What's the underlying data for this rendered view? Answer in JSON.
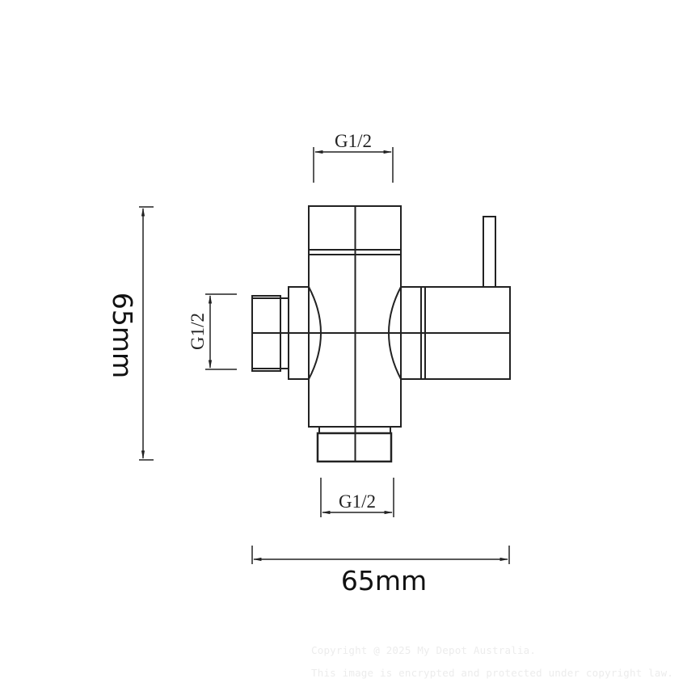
{
  "diagram": {
    "type": "technical-drawing",
    "subject": "T-piece diverter valve with lever handle",
    "line_color": "#222222",
    "background": "#ffffff",
    "dimensions": {
      "top_port": {
        "label": "G1/2"
      },
      "left_port": {
        "label": "G1/2"
      },
      "bottom_port": {
        "label": "G1/2"
      },
      "overall_height": {
        "label": "65mm"
      },
      "overall_width": {
        "label": "65mm"
      }
    }
  },
  "watermark": {
    "line1": "Copyright @ 2025 My Depot Australia.",
    "line2": "This image is encrypted and protected under copyright law.",
    "color": "#ececec"
  }
}
